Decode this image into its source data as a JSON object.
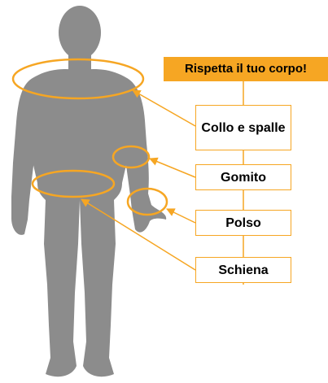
{
  "banner": {
    "text": "Rispetta il tuo corpo!",
    "background": "#F6A623"
  },
  "labels": {
    "neck_shoulders": "Collo e spalle",
    "elbow": "Gomito",
    "wrist": "Polso",
    "back": "Schiena"
  },
  "colors": {
    "accent": "#F6A623",
    "silhouette": "#8C8C8C",
    "text": "#000000"
  }
}
